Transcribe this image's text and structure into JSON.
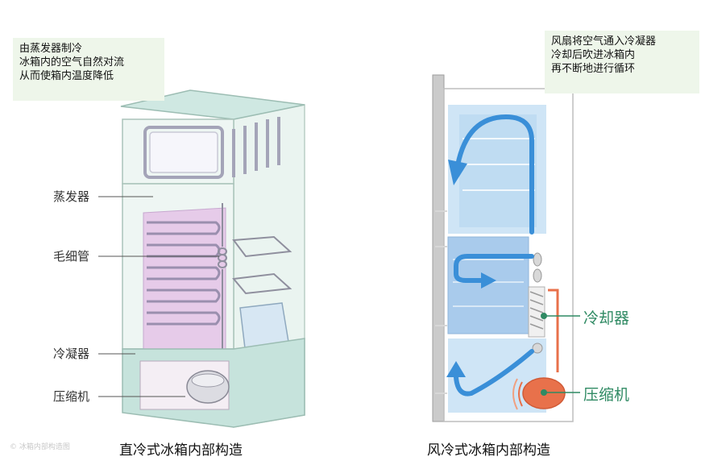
{
  "left_diagram": {
    "note": "由蒸发器制冷\n冰箱内的空气自然对流\n从而使箱内温度降低",
    "labels": {
      "evaporator": "蒸发器",
      "capillary": "毛细管",
      "condenser": "冷凝器",
      "compressor": "压缩机"
    },
    "caption": "直冷式冰箱内部构造"
  },
  "right_diagram": {
    "note": "风扇将空气通入冷凝器\n冷却后吹进冰箱内\n再不断地进行循环",
    "labels": {
      "cooler": "冷却器",
      "compressor": "压缩机"
    },
    "caption": "风冷式冰箱内部构造"
  },
  "watermark": "© 冰箱内部构造图",
  "colors": {
    "note_bg": "#eef6ea",
    "green_label": "#2f8a63",
    "arrow_blue": "#3a8fd8",
    "compressor_orange": "#e8714b",
    "evaporator_pink": "#e6cbe9"
  }
}
